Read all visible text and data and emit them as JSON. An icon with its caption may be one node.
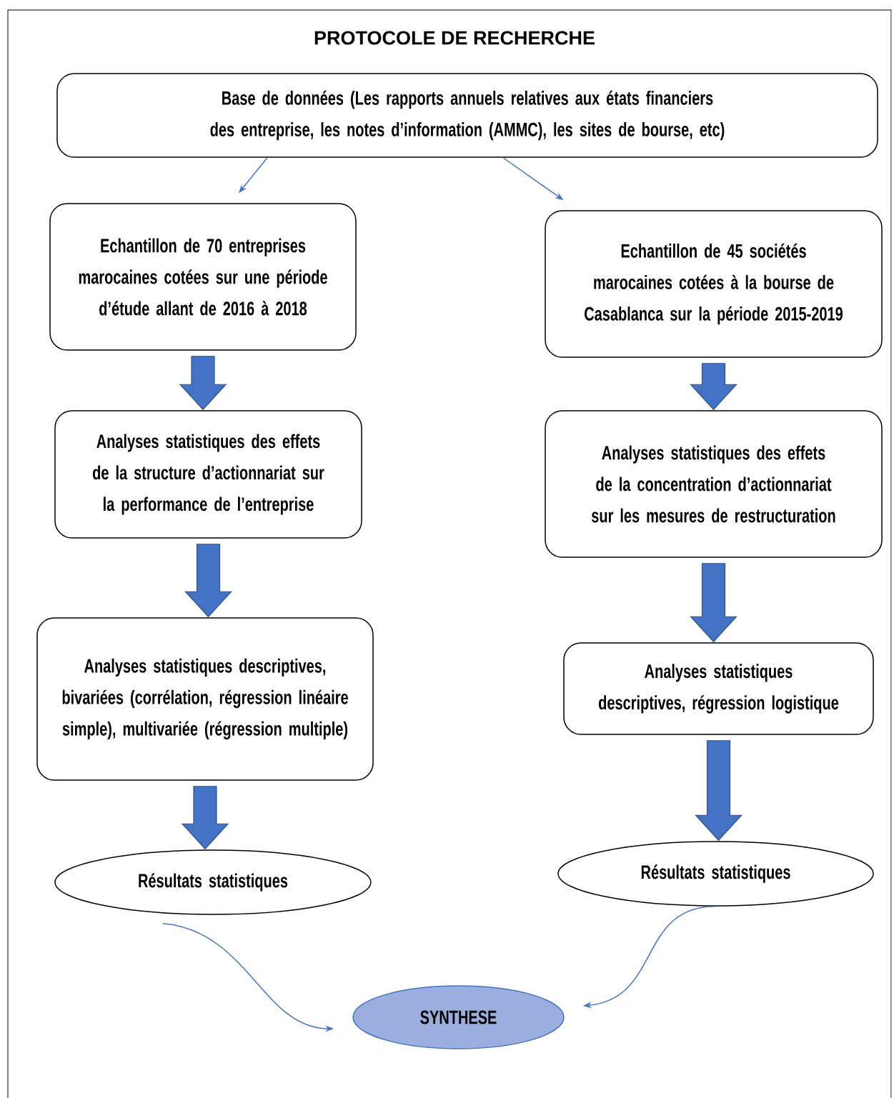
{
  "diagram": {
    "title": "PROTOCOLE DE RECHERCHE",
    "nodes": [
      {
        "text": [
          "Base de données (Les rapports annuels relatives aux états financiers des entreprise, les notes d’information (AMMC), les sites de bourse, etc)"
        ]
      },
      {
        "text": [
          "Echantillon de 70 entreprises marocaines cotées sur une période d’étude allant de 2016 à 2018"
        ]
      },
      {
        "text": [
          "Echantillon de 45 sociétés marocaines cotées à la bourse de Casablanca sur la période 2015-2019"
        ]
      },
      {
        "text": [
          "Analyses statistiques des effets de la structure d’actionnariat sur la performance de l’entreprise"
        ]
      },
      {
        "text": [
          "Analyses statistiques des effets de la concentration d’actionnariat sur les mesures de restructuration"
        ]
      },
      {
        "text": [
          "Analyses statistiques descriptives, bivariées (corrélation, régression linéaire simple), multivariée (régression multiple)"
        ]
      },
      {
        "text": [
          "Analyses statistiques descriptives, régression logistique"
        ]
      },
      {
        "text": [
          "Résultats statistiques"
        ]
      },
      {
        "text": [
          "Résultats statistiques"
        ]
      },
      {
        "text": [
          "SYNTHESE"
        ]
      }
    ],
    "edges": [
      {
        "from": 0,
        "to": 1,
        "arrow": "to"
      },
      {
        "from": 0,
        "to": 2,
        "arrow": "to"
      },
      {
        "from": 1,
        "to": 3,
        "arrow": "to",
        "style": "thick"
      },
      {
        "from": 3,
        "to": 5,
        "arrow": "to",
        "style": "thick"
      },
      {
        "from": 5,
        "to": 7,
        "arrow": "to",
        "style": "thick"
      },
      {
        "from": 2,
        "to": 4,
        "arrow": "to",
        "style": "thick"
      },
      {
        "from": 4,
        "to": 6,
        "arrow": "to",
        "style": "thick"
      },
      {
        "from": 6,
        "to": 8,
        "arrow": "to",
        "style": "thick"
      },
      {
        "from": 7,
        "to": 9,
        "arrow": "to"
      },
      {
        "from": 8,
        "to": 9,
        "arrow": "to"
      }
    ]
  }
}
